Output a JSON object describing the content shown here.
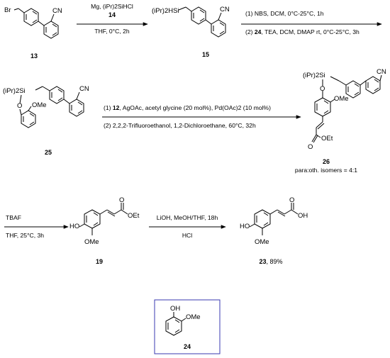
{
  "compounds": {
    "c13": {
      "number": "13",
      "group_left": "Br",
      "group_nitrile": "CN"
    },
    "c15": {
      "number": "15",
      "group_left": "(iPr)2HSi",
      "group_nitrile": "CN"
    },
    "c25": {
      "number": "25",
      "group_si": "(iPr)2Si",
      "group_o": "O",
      "group_ome": "OMe",
      "group_nitrile": "CN"
    },
    "c26": {
      "number": "26",
      "group_si": "(iPr)2Si",
      "group_o": "O",
      "group_ome": "OMe",
      "group_nitrile": "CN",
      "group_carbonyl_o": "O",
      "group_oet": "OEt",
      "note": "para:oth. isomers = 4:1"
    },
    "c19": {
      "number": "19",
      "group_ho": "HO",
      "group_ome": "OMe",
      "group_carbonyl_o": "O",
      "group_oet": "OEt"
    },
    "c23": {
      "number": "23",
      "yield": ", 89%",
      "group_ho": "HO",
      "group_ome": "OMe",
      "group_carbonyl_o": "O",
      "group_oh": "OH"
    },
    "c24": {
      "number": "24",
      "group_oh": "OH",
      "group_ome": "OMe"
    }
  },
  "steps": {
    "s1": {
      "above_1": "Mg, (iPr)2SiHCl",
      "above_2": "14",
      "below": "THF, 0°C, 2h"
    },
    "s2": {
      "above": "(1) NBS, DCM, 0°C-25°C, 1h",
      "below_prefix": "(2) ",
      "below_bold": "24",
      "below_rest": ", TEA, DCM, DMAP rt, 0°C-25°C, 3h"
    },
    "s3": {
      "above_prefix": "(1) ",
      "above_bold": "12",
      "above_rest": ", AgOAc, acetyl glycine (20 mol%), Pd(OAc)2 (10 mol%)",
      "below": "(2)  2,2,2-Trifluoroethanol, 1,2-Dichloroethane, 60°C, 32h"
    },
    "s4": {
      "above": "TBAF",
      "below": "THF, 25°C, 3h"
    },
    "s5": {
      "above": "LiOH, MeOH/THF, 18h",
      "below": "HCl"
    }
  },
  "colors": {
    "frame": "#3a3ab0",
    "ink": "#000000"
  }
}
